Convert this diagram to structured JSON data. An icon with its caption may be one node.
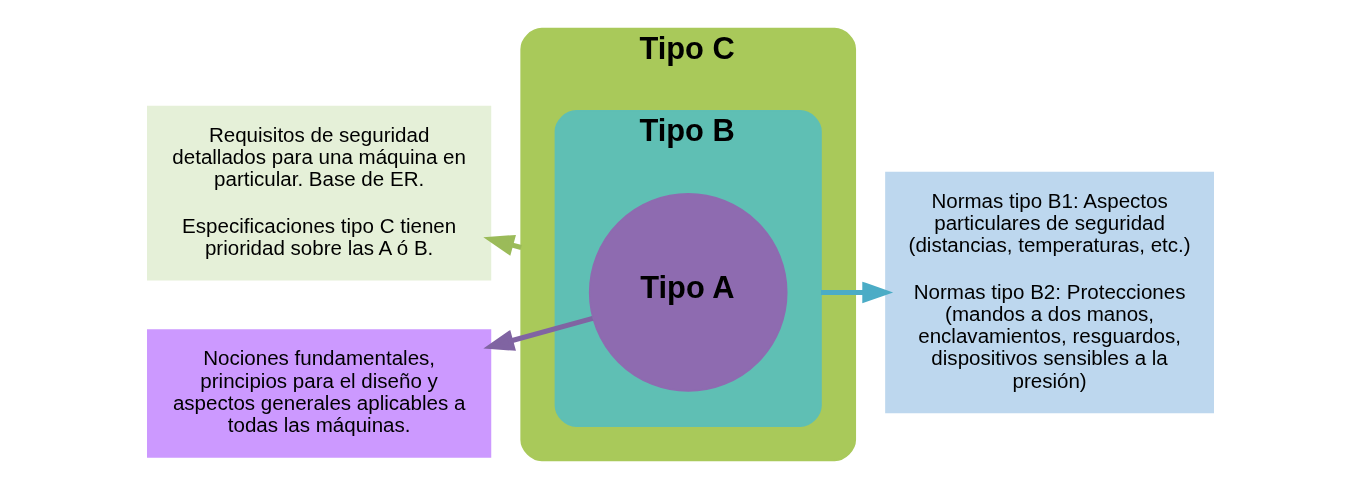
{
  "diagram": {
    "nodes": [
      {
        "text": [
          "Tipo C"
        ]
      },
      {
        "text": [
          "Tipo B"
        ],
        "in": 0
      },
      {
        "text": [
          "Tipo A"
        ],
        "in": 1
      },
      {
        "text": [
          "Requisitos de seguridad detallados para una máquina en particular. Base de ER.",
          "Especificaciones tipo C tienen prioridad sobre las A ó B."
        ]
      },
      {
        "text": [
          "Normas tipo B1: Aspectos particulares de seguridad (distancias, temperaturas, etc.)",
          "Normas tipo B2: Protecciones (mandos a dos manos, enclavamientos, resguardos, dispositivos sensibles a la presión)"
        ]
      },
      {
        "text": [
          "Nociones fundamentales, principios para el diseño y aspectos generales aplicables a todas las máquinas."
        ]
      }
    ],
    "edges": [
      {
        "from": 0,
        "to": 3,
        "arrow": "to",
        "color": "#9bbb59"
      },
      {
        "from": 1,
        "to": 4,
        "arrow": "to",
        "color": "#4bacc6"
      },
      {
        "from": 2,
        "to": 5,
        "arrow": "to",
        "color": "#8064a2"
      }
    ]
  }
}
